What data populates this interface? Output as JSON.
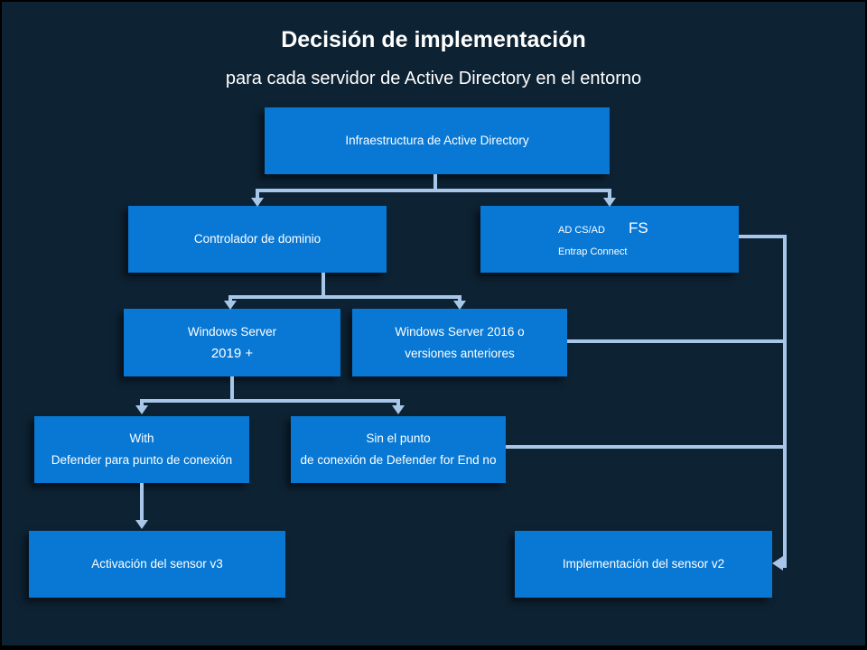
{
  "title": "Decisión de implementación",
  "subtitle": "para cada servidor de Active Directory en el entorno",
  "colors": {
    "background": "#0d2233",
    "node_fill": "#0878d4",
    "connector": "#a8c7e8",
    "text": "#ffffff"
  },
  "nodes": {
    "ad_infrastructure": {
      "line1": "Infraestructura de Active Directory"
    },
    "domain_controller": {
      "line1": "Controlador de dominio"
    },
    "adcs_adfs": {
      "prefix": "AD CS/AD",
      "suffix": "FS",
      "line2": "Entrap Connect"
    },
    "ws2019": {
      "line1": "Windows Server",
      "line2": "2019 +"
    },
    "ws2016": {
      "line1": "Windows Server 2016 o",
      "line2": "versiones anteriores"
    },
    "with_defender": {
      "line1": "With",
      "line2": "Defender para punto de conexión"
    },
    "without_defender": {
      "line1": "Sin el punto",
      "line2": "de conexión de Defender for End no"
    },
    "sensor_v3": {
      "line1": "Activación del sensor v3"
    },
    "sensor_v2": {
      "line1": "Implementación del sensor v2"
    }
  }
}
